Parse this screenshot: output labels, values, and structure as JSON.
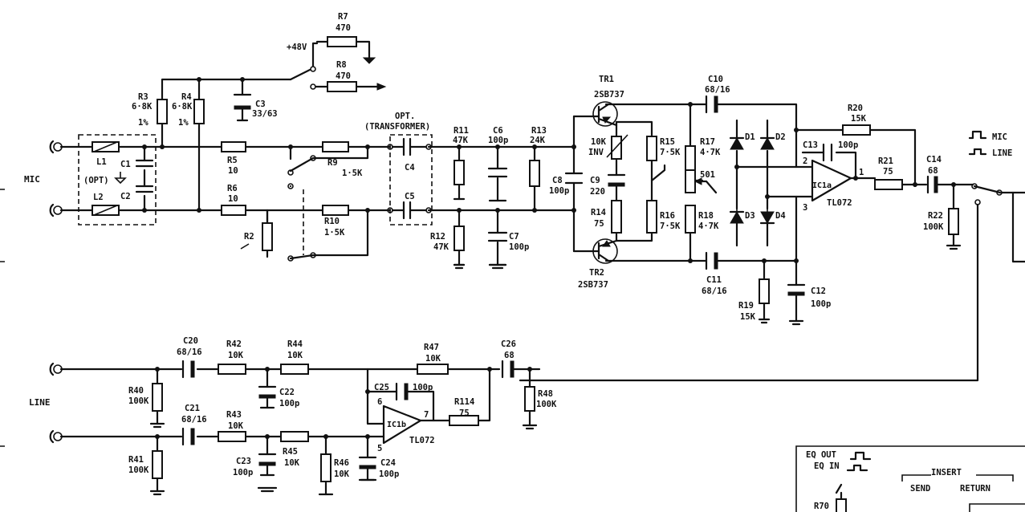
{
  "inputs": {
    "mic": "MIC",
    "line": "LINE"
  },
  "phantom": {
    "supply": "+48V"
  },
  "opt": {
    "title": "OPT.",
    "sub": "(TRANSFORMER)",
    "inductor_note": "(OPT)"
  },
  "switch_legend": {
    "mic": "MIC",
    "line": "LINE"
  },
  "parts": {
    "R7": {
      "ref": "R7",
      "val": "470"
    },
    "R8": {
      "ref": "R8",
      "val": "470"
    },
    "R3": {
      "ref": "R3",
      "val": "6·8K",
      "tol": "1%"
    },
    "R4": {
      "ref": "R4",
      "val": "6·8K",
      "tol": "1%"
    },
    "C3": {
      "ref": "C3",
      "val": "33/63"
    },
    "L1": {
      "ref": "L1"
    },
    "L2": {
      "ref": "L2"
    },
    "C1": {
      "ref": "C1"
    },
    "C2": {
      "ref": "C2"
    },
    "R5": {
      "ref": "R5",
      "val": "10"
    },
    "R6": {
      "ref": "R6",
      "val": "10"
    },
    "R2": {
      "ref": "R2"
    },
    "R9": {
      "ref": "R9",
      "val": "1·5K"
    },
    "R10": {
      "ref": "R10",
      "val": "1·5K"
    },
    "C4": {
      "ref": "C4"
    },
    "C5": {
      "ref": "C5"
    },
    "R11": {
      "ref": "R11",
      "val": "47K"
    },
    "R12": {
      "ref": "R12",
      "val": "47K"
    },
    "C6": {
      "ref": "C6",
      "val": "100p"
    },
    "C7": {
      "ref": "C7",
      "val": "100p"
    },
    "R13": {
      "ref": "R13",
      "val": "24K"
    },
    "C8": {
      "ref": "C8",
      "val": "100p"
    },
    "TR1": {
      "ref": "TR1",
      "val": "2SB737"
    },
    "TR2": {
      "ref": "TR2",
      "val": "2SB737"
    },
    "VR1": {
      "ref": "10K",
      "val": "INV"
    },
    "C9": {
      "ref": "C9",
      "val": "220"
    },
    "R14": {
      "ref": "R14",
      "val": "75"
    },
    "R15": {
      "ref": "R15",
      "val": "7·5K"
    },
    "R16": {
      "ref": "R16",
      "val": "7·5K"
    },
    "R17": {
      "ref": "R17",
      "val": "4·7K"
    },
    "R18": {
      "ref": "R18",
      "val": "4·7K"
    },
    "S01": {
      "ref": "501"
    },
    "C10": {
      "ref": "C10",
      "val": "68/16"
    },
    "C11": {
      "ref": "C11",
      "val": "68/16"
    },
    "D1": {
      "ref": "D1"
    },
    "D2": {
      "ref": "D2"
    },
    "D3": {
      "ref": "D3"
    },
    "D4": {
      "ref": "D4"
    },
    "R19": {
      "ref": "R19",
      "val": "15K"
    },
    "C12": {
      "ref": "C12",
      "val": "100p"
    },
    "C13": {
      "ref": "C13",
      "val": "100p"
    },
    "R20": {
      "ref": "R20",
      "val": "15K"
    },
    "IC1a": {
      "ref": "IC1a",
      "val": "TL072",
      "pin_in_neg": "2",
      "pin_in_pos": "3",
      "pin_out": "1"
    },
    "R21": {
      "ref": "R21",
      "val": "75"
    },
    "C14": {
      "ref": "C14",
      "val": "68"
    },
    "R22": {
      "ref": "R22",
      "val": "100K"
    },
    "C20": {
      "ref": "C20",
      "val": "68/16"
    },
    "C21": {
      "ref": "C21",
      "val": "68/16"
    },
    "R40": {
      "ref": "R40",
      "val": "100K"
    },
    "R41": {
      "ref": "R41",
      "val": "100K"
    },
    "R42": {
      "ref": "R42",
      "val": "10K"
    },
    "R43": {
      "ref": "R43",
      "val": "10K"
    },
    "R44": {
      "ref": "R44",
      "val": "10K"
    },
    "R45": {
      "ref": "R45",
      "val": "10K"
    },
    "R46": {
      "ref": "R46",
      "val": "10K"
    },
    "C22": {
      "ref": "C22",
      "val": "100p"
    },
    "C23": {
      "ref": "C23",
      "val": "100p"
    },
    "C24": {
      "ref": "C24",
      "val": "100p"
    },
    "C25": {
      "ref": "C25",
      "val": "100p"
    },
    "R47": {
      "ref": "R47",
      "val": "10K"
    },
    "IC1b": {
      "ref": "IC1b",
      "val": "TL072",
      "pin_in_neg": "6",
      "pin_in_pos": "5",
      "pin_out": "7"
    },
    "R114": {
      "ref": "R114",
      "val": "75"
    },
    "C26": {
      "ref": "C26",
      "val": "68"
    },
    "R48": {
      "ref": "R48",
      "val": "100K"
    },
    "R70": {
      "ref": "R70"
    }
  },
  "eq_box": {
    "eq_out": "EQ OUT",
    "eq_in": "EQ IN",
    "insert": "INSERT",
    "send": "SEND",
    "return": "RETURN"
  }
}
